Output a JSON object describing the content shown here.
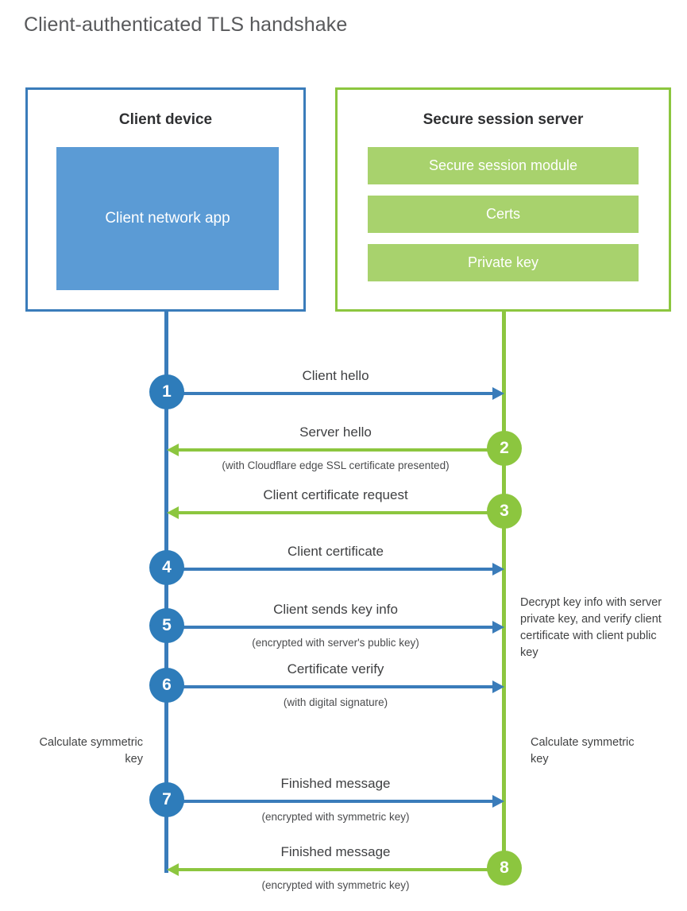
{
  "title": "Client-authenticated TLS handshake",
  "actors": {
    "client": {
      "title": "Client device",
      "app_label": "Client network app",
      "border_color": "#3a7cba",
      "app_color": "#5b9bd5"
    },
    "server": {
      "title": "Secure session server",
      "border_color": "#8cc63f",
      "chip_color": "#a8d26d",
      "chips": [
        {
          "label": "Secure session module"
        },
        {
          "label": "Certs"
        },
        {
          "label": "Private key"
        }
      ]
    }
  },
  "colors": {
    "client_blue": "#3a7cba",
    "badge_blue": "#2e7cba",
    "server_green": "#8cc63f",
    "title_gray": "#58595b"
  },
  "steps": [
    {
      "number": "1",
      "label": "Client hello",
      "sub": "",
      "direction": "client-to-server"
    },
    {
      "number": "2",
      "label": "Server hello",
      "sub": "(with Cloudflare edge SSL certificate presented)",
      "direction": "server-to-client"
    },
    {
      "number": "3",
      "label": "Client certificate request",
      "sub": "",
      "direction": "server-to-client"
    },
    {
      "number": "4",
      "label": "Client certificate",
      "sub": "",
      "direction": "client-to-server"
    },
    {
      "number": "5",
      "label": "Client sends key info",
      "sub": "(encrypted with server's public key)",
      "direction": "client-to-server"
    },
    {
      "number": "6",
      "label": "Certificate verify",
      "sub": "(with digital signature)",
      "direction": "client-to-server"
    },
    {
      "number": "7",
      "label": "Finished message",
      "sub": "(encrypted with symmetric key)",
      "direction": "client-to-server"
    },
    {
      "number": "8",
      "label": "Finished message",
      "sub": "(encrypted with symmetric key)",
      "direction": "server-to-client"
    }
  ],
  "notes": {
    "server_decrypt": "Decrypt key info with server private key, and verify client certificate with client public key",
    "client_calculate": "Calculate symmetric key",
    "server_calculate": "Calculate symmetric key"
  }
}
